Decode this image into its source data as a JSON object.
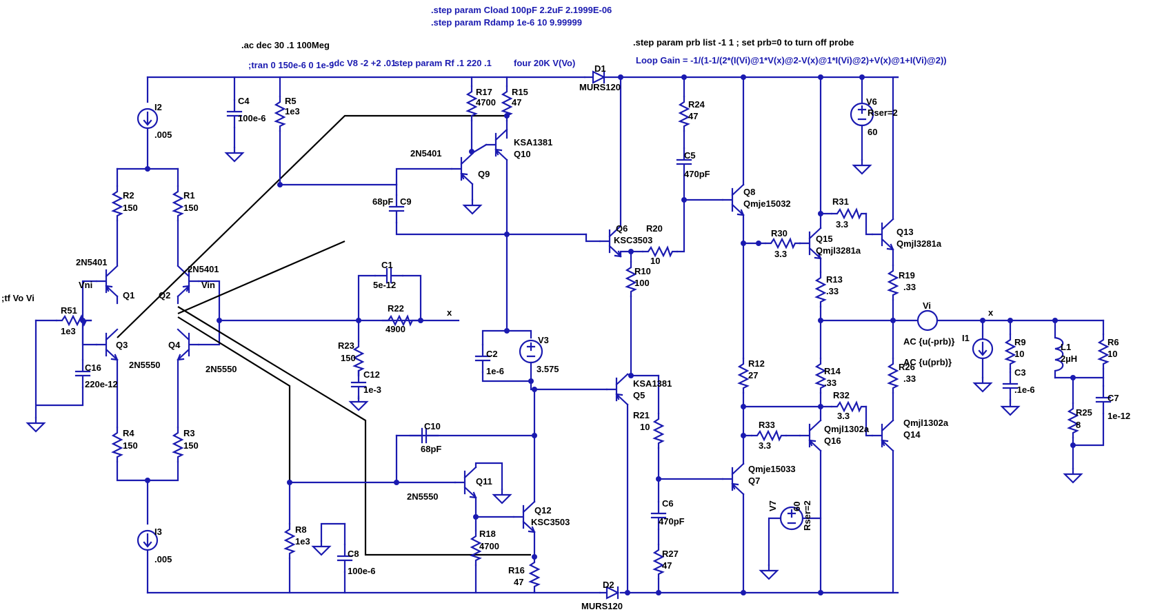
{
  "directives": {
    "step_cload": ".step param Cload 100pF 2.2uF 2.1999E-06",
    "step_rdamp": ".step param Rdamp 1e-6 10  9.99999",
    "ac": ".ac dec 30 .1 100Meg",
    "tran": ";tran 0 150e-6 0 1e-9",
    "dc": ";dc V8 -2 +2 .01",
    "step_rf": "step param Rf  .1  220  .1",
    "four": "four 20K V(Vo)",
    "step_prb": ".step param prb list -1 1 ; set prb=0 to turn off probe",
    "loop_gain": "Loop Gain = -1/(1-1/(2*(I(Vi)@1*V(x)@2-V(x)@1*I(Vi)@2)+V(x)@1+I(Vi)@2))",
    "tf": ";tf Vo Vi"
  },
  "components": {
    "i2": {
      "name": "I2",
      "value": ".005"
    },
    "i3": {
      "name": "I3",
      "value": ".005"
    },
    "c4": {
      "name": "C4",
      "value": "100e-6"
    },
    "r5": {
      "name": "R5",
      "value": "1e3"
    },
    "r2": {
      "name": "R2",
      "value": "150"
    },
    "r1": {
      "name": "R1",
      "value": "150"
    },
    "r4": {
      "name": "R4",
      "value": "150"
    },
    "r3": {
      "name": "R3",
      "value": "150"
    },
    "r51": {
      "name": "R51",
      "value": "1e3"
    },
    "c16": {
      "name": "C16",
      "value": "220e-12"
    },
    "q1": {
      "name": "Q1",
      "model": "2N5401"
    },
    "q2": {
      "name": "Q2",
      "model": "2N5401"
    },
    "q3": {
      "name": "Q3",
      "model": "2N5550"
    },
    "q4": {
      "name": "Q4",
      "model": "2N5550"
    },
    "c1": {
      "name": "C1",
      "value": "5e-12"
    },
    "r22": {
      "name": "R22",
      "value": "4900"
    },
    "r23": {
      "name": "R23",
      "value": "150"
    },
    "c12": {
      "name": "C12",
      "value": "1e-3"
    },
    "r17": {
      "name": "R17",
      "value": "4700"
    },
    "r15": {
      "name": "R15",
      "value": "47"
    },
    "q9": {
      "name": "Q9",
      "model": "2N5401"
    },
    "q10": {
      "name": "Q10",
      "model": "KSA1381"
    },
    "c9": {
      "name": "C9",
      "value": "68pF"
    },
    "c2": {
      "name": "C2",
      "value": "1e-6"
    },
    "v3": {
      "name": "V3",
      "value": "3.575"
    },
    "c10": {
      "name": "C10",
      "value": "68pF"
    },
    "q11": {
      "name": "Q11",
      "model": "2N5550"
    },
    "q12": {
      "name": "Q12",
      "model": "KSC3503"
    },
    "r18": {
      "name": "R18",
      "value": "4700"
    },
    "r16": {
      "name": "R16",
      "value": "47"
    },
    "r8": {
      "name": "R8",
      "value": "1e3"
    },
    "c8": {
      "name": "C8",
      "value": "100e-6"
    },
    "d1": {
      "name": "D1",
      "model": "MURS120"
    },
    "d2": {
      "name": "D2",
      "model": "MURS120"
    },
    "q6": {
      "name": "Q6",
      "model": "KSC3503"
    },
    "r20": {
      "name": "R20",
      "value": "10"
    },
    "r10": {
      "name": "R10",
      "value": "100"
    },
    "q5": {
      "name": "Q5",
      "model": "KSA1381"
    },
    "r21": {
      "name": "R21",
      "value": "10"
    },
    "c6": {
      "name": "C6",
      "value": "470pF"
    },
    "r27": {
      "name": "R27",
      "value": "47"
    },
    "r24": {
      "name": "R24",
      "value": "47"
    },
    "c5": {
      "name": "C5",
      "value": "470pF"
    },
    "q8": {
      "name": "Q8",
      "model": "Qmje15032"
    },
    "q7": {
      "name": "Q7",
      "model": "Qmje15033"
    },
    "r12": {
      "name": "R12",
      "value": "27"
    },
    "r30": {
      "name": "R30",
      "value": "3.3"
    },
    "r31": {
      "name": "R31",
      "value": "3.3"
    },
    "q15": {
      "name": "Q15",
      "model": "Qmjl3281a"
    },
    "q13": {
      "name": "Q13",
      "model": "Qmjl3281a"
    },
    "r13": {
      "name": "R13",
      "value": ".33"
    },
    "r19": {
      "name": "R19",
      "value": ".33"
    },
    "r14": {
      "name": "R14",
      "value": ".33"
    },
    "r26": {
      "name": "R26",
      "value": ".33"
    },
    "r32": {
      "name": "R32",
      "value": "3.3"
    },
    "r33": {
      "name": "R33",
      "value": "3.3"
    },
    "q16": {
      "name": "Q16",
      "model": "Qmjl1302a"
    },
    "q14": {
      "name": "Q14",
      "model": "Qmjl1302a"
    },
    "v6": {
      "name": "V6",
      "value": "60",
      "param": "Rser=2"
    },
    "v7": {
      "name": "V7",
      "value": "60",
      "param": "Rser=2"
    },
    "vi": {
      "name": "Vi"
    },
    "i1": {
      "name": "I1",
      "ac1": "AC {u(-prb)}",
      "ac2": "AC {u(prb)}"
    },
    "r9": {
      "name": "R9",
      "value": "10"
    },
    "c3": {
      "name": "C3",
      "value": ".1e-6"
    },
    "l1": {
      "name": "L1",
      "value": "2µH"
    },
    "r6": {
      "name": "R6",
      "value": "10"
    },
    "r25": {
      "name": "R25",
      "value": "8"
    },
    "c7": {
      "name": "C7",
      "value": "1e-12"
    }
  },
  "nets": {
    "vni": "Vni",
    "vin": "Vin",
    "x1": "x",
    "x2": "x"
  }
}
